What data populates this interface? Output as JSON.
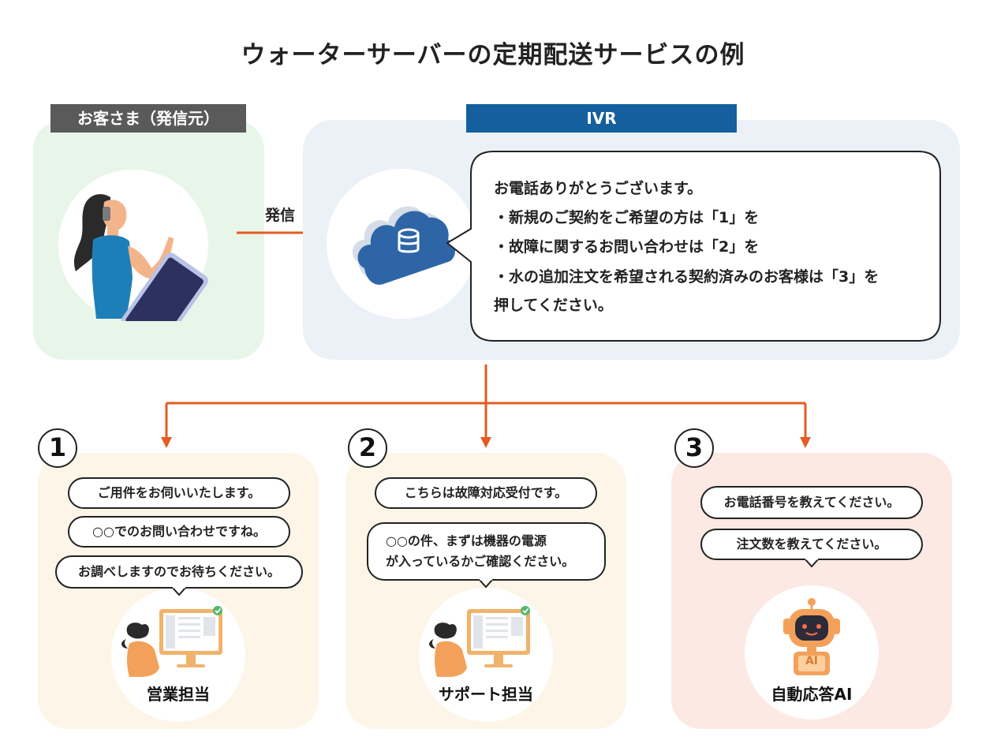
{
  "title": "ウォーターサーバーの定期配送サービスの例",
  "caller": {
    "tab_label": "お客さま（発信元）"
  },
  "call_arrow_label": "発信",
  "ivr": {
    "tab_label": "IVR",
    "message": [
      "お電話ありがとうございます。",
      "・新規のご契約をご希望の方は「1」を",
      "・故障に関するお問い合わせは「2」を",
      "・水の追加注文を希望される契約済みのお客様は「3」を",
      "押してください。"
    ]
  },
  "options": [
    {
      "number": "1",
      "bubbles": [
        "ご用件をお伺いいたします。",
        "○○でのお問い合わせですね。",
        "お調べしますのでお待ちください。"
      ],
      "role": "営業担当"
    },
    {
      "number": "2",
      "bubbles": [
        "こちらは故障対応受付です。",
        "○○の件、まずは機器の電源",
        "が入っているかご確認ください。"
      ],
      "role": "サポート担当"
    },
    {
      "number": "3",
      "bubbles": [
        "お電話番号を教えてください。",
        "注文数を教えてください。"
      ],
      "role": "自動応答AI",
      "robot_screen_text": "AI"
    }
  ],
  "colors": {
    "caller_panel": "#e8f6ea",
    "ivr_panel": "#ecf1f8",
    "option_panel": "#fdf5e8",
    "ai_panel": "#fde9e3",
    "caller_tab": "#5a5a5a",
    "ivr_tab": "#155f9e",
    "arrow": "#e35c20",
    "cloud": "#2e65a6",
    "robot": "#f3a15a"
  }
}
